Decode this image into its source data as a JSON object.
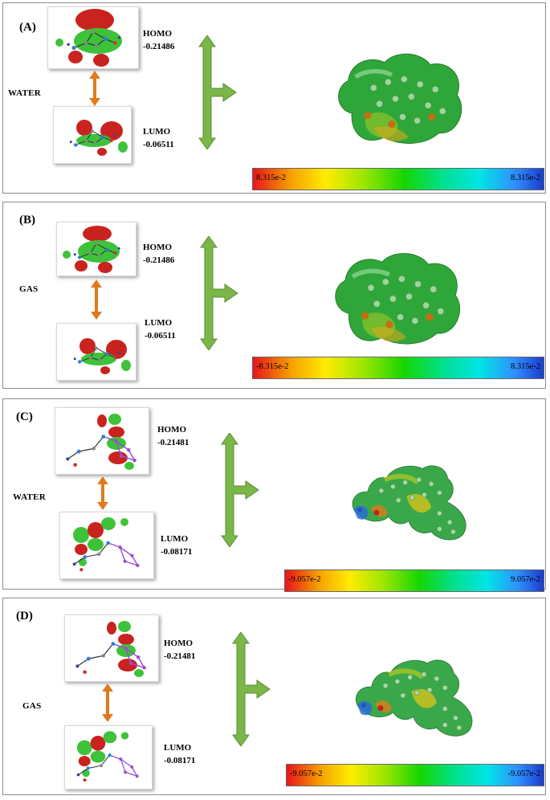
{
  "panels": [
    {
      "label": "(A)",
      "medium": "WATER",
      "homo_label": "HOMO",
      "homo_value": "-0.21486",
      "lumo_label": "LUMO",
      "lumo_value": "-0.06511",
      "colorbar_min": "8.315e-2",
      "colorbar_max": "8.315e-2"
    },
    {
      "label": "(B)",
      "medium": "GAS",
      "homo_label": "HOMO",
      "homo_value": "-0.21486",
      "lumo_label": "LUMO",
      "lumo_value": "-0.06511",
      "colorbar_min": "-8.315e-2",
      "colorbar_max": "8.315e-2"
    },
    {
      "label": "(C)",
      "medium": "WATER",
      "homo_label": "HOMO",
      "homo_value": "-0.21481",
      "lumo_label": "LUMO",
      "lumo_value": "-0.08171",
      "colorbar_min": "-9.057e-2",
      "colorbar_max": "9.057e-2"
    },
    {
      "label": "(D)",
      "medium": "GAS",
      "homo_label": "HOMO",
      "homo_value": "-0.21481",
      "lumo_label": "LUMO",
      "lumo_value": "-0.08171",
      "colorbar_min": "-9.057e-2",
      "colorbar_max": "-9.057e-2"
    }
  ],
  "colors": {
    "orbital_positive": "#c8231e",
    "orbital_negative": "#3ec23a",
    "connector_arrow": "#e07a1e",
    "branch_arrow": "#7ab648",
    "border": "#8c8c8c"
  },
  "icons": {
    "connector": "double-headed-vertical-arrow",
    "branch": "branch-arrow-icon",
    "esp": "electrostatic-potential-map"
  }
}
